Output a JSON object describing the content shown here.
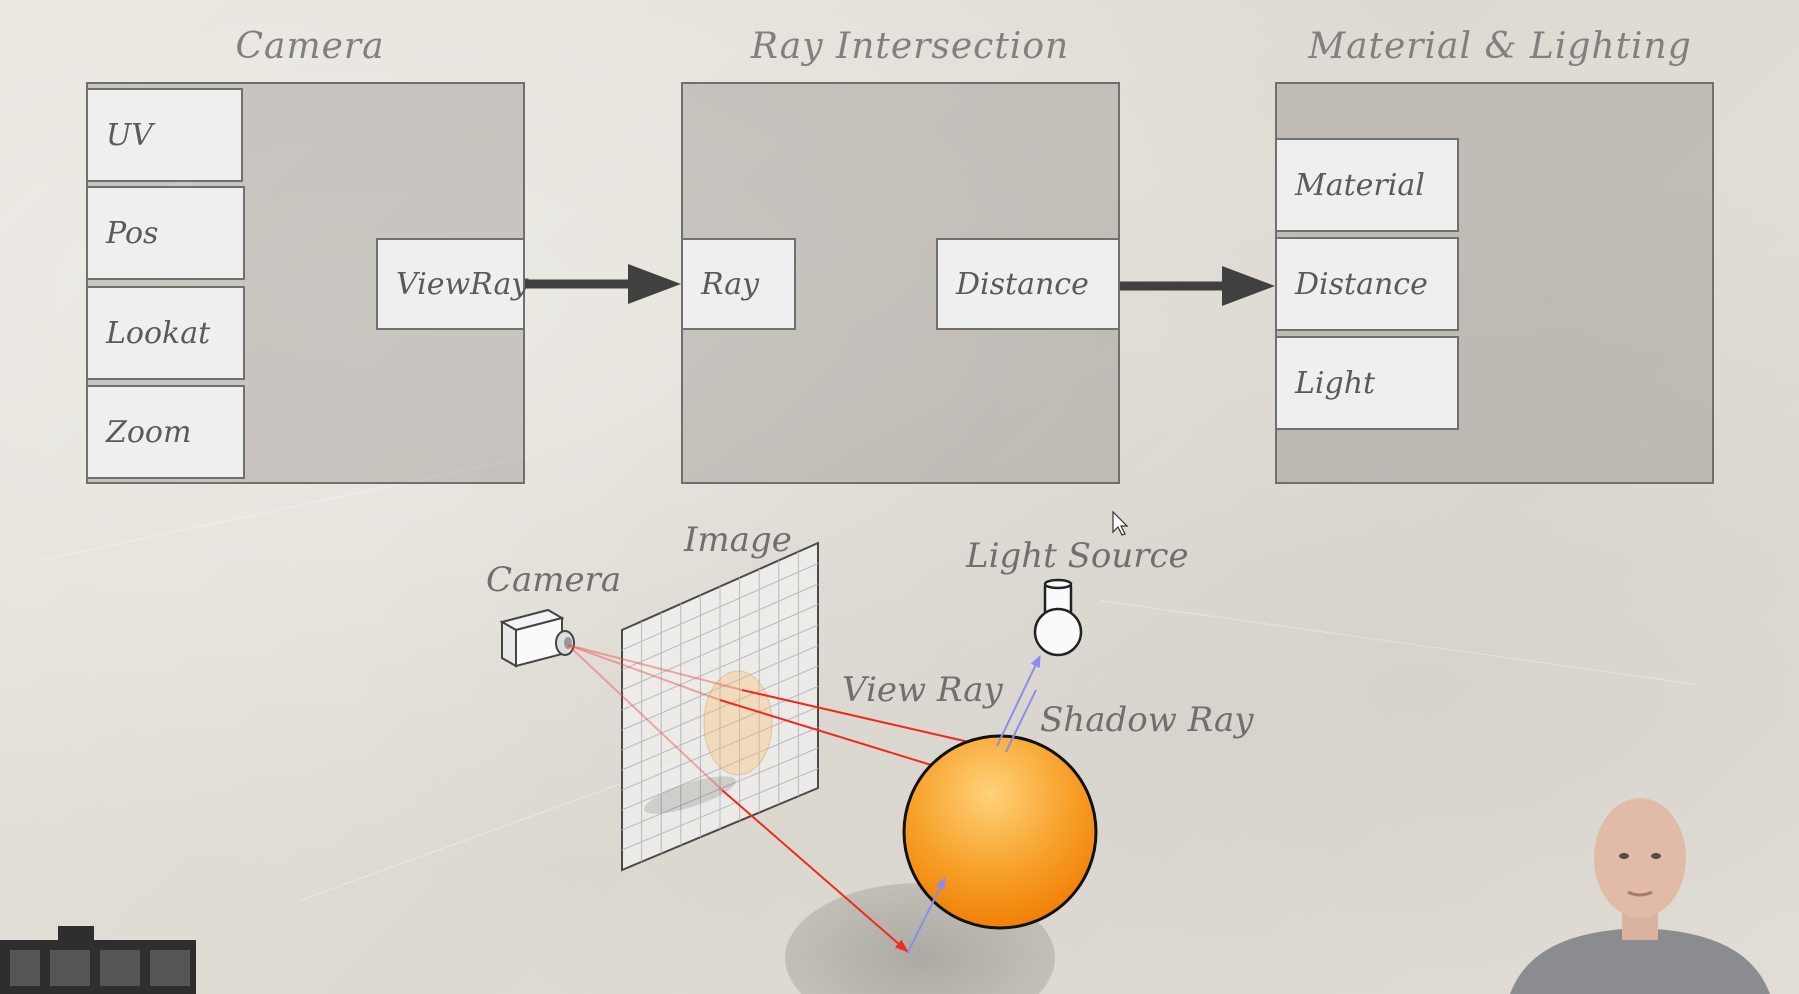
{
  "sections": {
    "camera": {
      "title": "Camera",
      "inputs": [
        "UV",
        "Pos",
        "Lookat",
        "Zoom"
      ],
      "output": "ViewRay"
    },
    "intersection": {
      "title": "Ray Intersection",
      "input": "Ray",
      "output": "Distance"
    },
    "lighting": {
      "title": "Material & Lighting",
      "inputs": [
        "Material",
        "Distance",
        "Light"
      ]
    }
  },
  "sketch": {
    "camera_label": "Camera",
    "image_label": "Image",
    "light_label": "Light Source",
    "view_ray_label": "View Ray",
    "shadow_ray_label": "Shadow Ray"
  },
  "colors": {
    "ray": "#ee2b1e",
    "shadow_ray": "#8c8cf0",
    "sphere_light": "#ffd27a",
    "sphere_dark": "#f07a00",
    "panel_border": "#6f6f6f"
  }
}
